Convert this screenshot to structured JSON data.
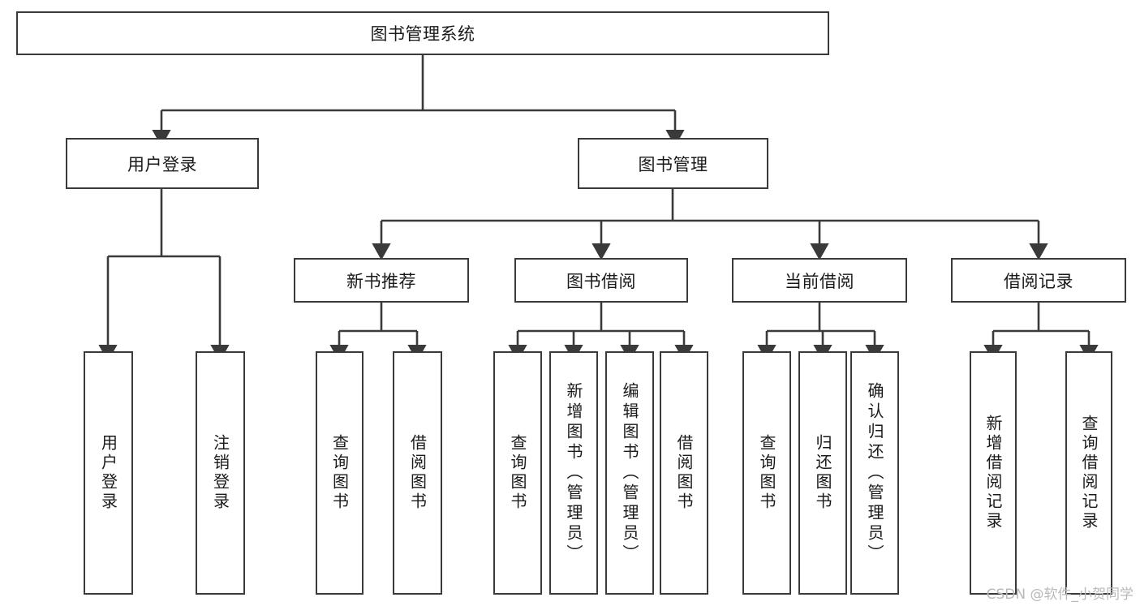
{
  "diagram": {
    "type": "tree-hierarchy-chart",
    "title_text": "图书管理系统",
    "line_color": "#3a3a3a",
    "box_fill": "#ffffff",
    "text_color": "#1a1a1a",
    "root": {
      "label": "图书管理系统"
    },
    "level2": [
      {
        "label": "用户登录"
      },
      {
        "label": "图书管理"
      }
    ],
    "level3": [
      {
        "label": "新书推荐"
      },
      {
        "label": "图书借阅"
      },
      {
        "label": "当前借阅"
      },
      {
        "label": "借阅记录"
      }
    ],
    "leaves": {
      "user_login": [
        {
          "label": "用户登录"
        },
        {
          "label": "注销登录"
        }
      ],
      "new_book_recommend": [
        {
          "label": "查询图书"
        },
        {
          "label": "借阅图书"
        }
      ],
      "book_borrow": [
        {
          "label": "查询图书"
        },
        {
          "label": "新增图书（管理员）"
        },
        {
          "label": "编辑图书（管理员）"
        },
        {
          "label": "借阅图书"
        }
      ],
      "current_borrow": [
        {
          "label": "查询图书"
        },
        {
          "label": "归还图书"
        },
        {
          "label": "确认归还（管理员）"
        }
      ],
      "borrow_record": [
        {
          "label": "新增借阅记录"
        },
        {
          "label": "查询借阅记录"
        }
      ]
    }
  },
  "watermark": {
    "text": "CSDN @软件_小贺同学"
  }
}
